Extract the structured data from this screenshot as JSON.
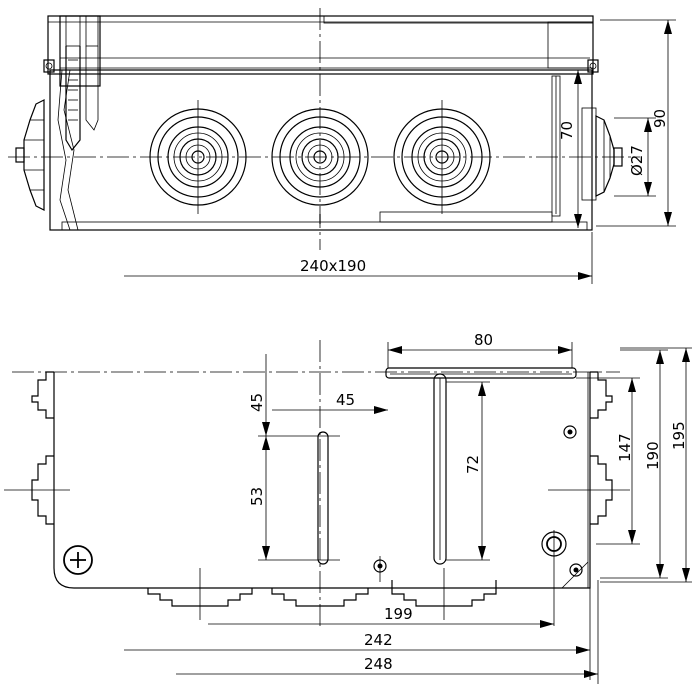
{
  "top_view": {
    "dimensions": {
      "width_label": "240x190",
      "height_90": "90",
      "height_70": "70",
      "diameter": "Ø27"
    }
  },
  "bottom_view": {
    "dimensions": {
      "d80": "80",
      "d45_v": "45",
      "d45_h": "45",
      "d53": "53",
      "d72": "72",
      "d147": "147",
      "d190": "190",
      "d195": "195",
      "d199": "199",
      "d242": "242",
      "d248": "248"
    }
  }
}
